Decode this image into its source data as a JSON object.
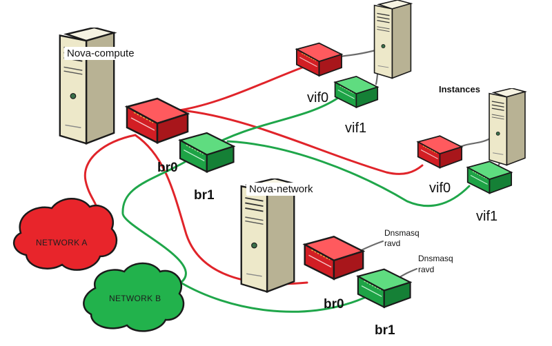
{
  "labels": {
    "nova_compute": "Nova-compute",
    "nova_network": "Nova-network",
    "instances": "Instances",
    "compute_br0": "br0",
    "compute_br1": "br1",
    "network_br0": "br0",
    "network_br1": "br1",
    "inst1_vif0": "vif0",
    "inst1_vif1": "vif1",
    "inst2_vif0": "vif0",
    "inst2_vif1": "vif1",
    "dnsmasq_1": "Dnsmasq",
    "ravd_1": "ravd",
    "dnsmasq_2": "Dnsmasq",
    "ravd_2": "ravd"
  },
  "clouds": {
    "network_a": "NETWORK A",
    "network_b": "NETWORK B"
  },
  "colors": {
    "red_link": "#e0242a",
    "green_link": "#1fa64a",
    "red_switch": "#e8252b",
    "green_switch": "#22b24c",
    "server_body": "#ede8c9",
    "gray_link": "#6b6b6b"
  },
  "icons": {
    "server": "server-tower-icon",
    "switch": "network-switch-icon",
    "cloud": "cloud-icon"
  }
}
